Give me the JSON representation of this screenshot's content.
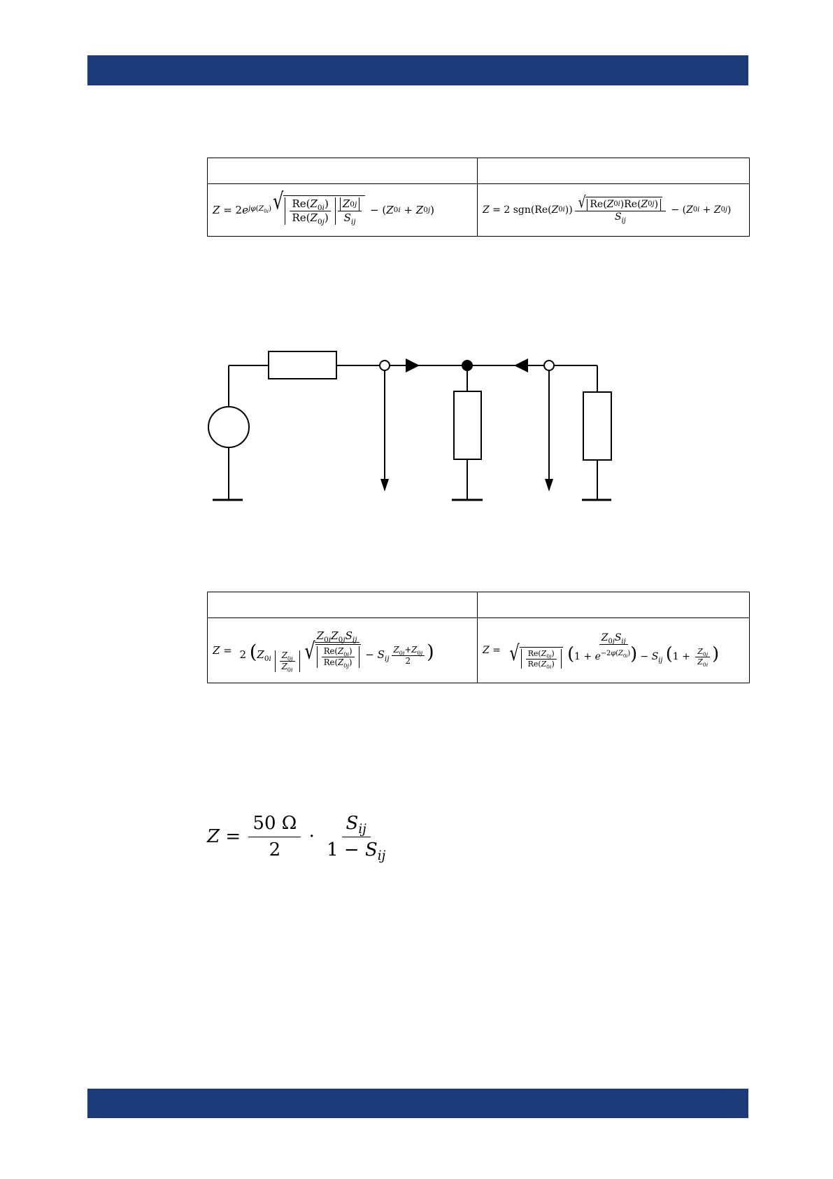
{
  "header": {
    "band_color": "#1b3a7a"
  },
  "footer": {
    "band_color": "#1b3a7a"
  },
  "table1": {
    "headers": [
      "",
      ""
    ],
    "row": {
      "left_formula": "Z = 2e^{jφ(Z_0i)} √( |Re(Z_0i)/Re(Z_0j)| · |Z_0j|/S_ij ) − (Z_0i + Z_0j)",
      "right_formula": "Z = 2 sgn(Re(Z_0i)) √|Re(Z_0i)Re(Z_0j)| / S_ij − (Z_0i + Z_0j)"
    }
  },
  "table2": {
    "headers": [
      "",
      ""
    ],
    "row": {
      "left_formula": "Z = Z_0i Z_0j S_ij / ( 2 ( Z_0i |Z_0j/Z_0i| √|Re(Z_0i)/Re(Z_0j)| − S_ij (Z_0i+Z_0j)/2 ) )",
      "right_formula": "Z = Z_0j S_ij / ( √|Re(Z_0j)/Re(Z_0i)| (1 + e^{−2φ(Z_0i)}) − S_ij (1 + Z_0j/Z_0i) )"
    }
  },
  "equation3": {
    "numerator_left": "50 Ω",
    "denominator_left": "2",
    "numerator_right": "S_ij",
    "denominator_right": "1 − S_ij"
  }
}
